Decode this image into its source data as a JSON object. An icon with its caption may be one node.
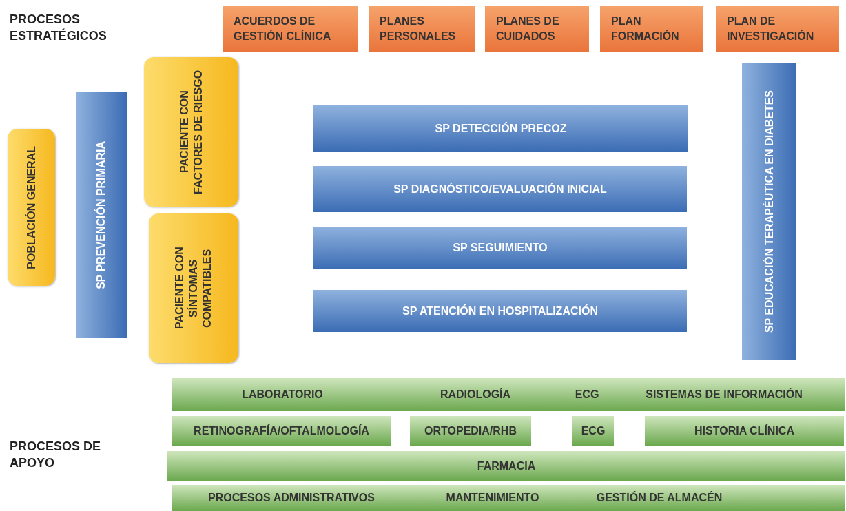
{
  "diagram": {
    "nodes": [
      {
        "text": [
          "ACUERDOS DE GESTIÓN CLÍNICA"
        ]
      },
      {
        "text": [
          "PLANES PERSONALES"
        ]
      },
      {
        "text": [
          "PLANES DE CUIDADOS"
        ]
      },
      {
        "text": [
          "PLAN FORMACIÓN"
        ]
      },
      {
        "text": [
          "PLAN DE INVESTIGACIÓN"
        ]
      },
      {
        "text": [
          "POBLACIÓN GENERAL"
        ]
      },
      {
        "text": [
          "SP PREVENCIÓN PRIMARIA"
        ]
      },
      {
        "text": [
          "PACIENTE CON FACTORES DE RIESGO"
        ]
      },
      {
        "text": [
          "PACIENTE CON SÍNTOMAS COMPATIBLES"
        ]
      },
      {
        "text": [
          "SP DETECCIÓN PRECOZ"
        ]
      },
      {
        "text": [
          "SP DIAGNÓSTICO/EVALUACIÓN INICIAL"
        ]
      },
      {
        "text": [
          "SP SEGUIMIENTO"
        ]
      },
      {
        "text": [
          "SP ATENCIÓN EN HOSPITALIZACIÓN"
        ]
      },
      {
        "text": [
          "SP EDUCACIÓN TERAPÉUTICA EN DIABETES"
        ]
      },
      {
        "text": [
          "LABORATORIO",
          "RADIOLOGÍA",
          "ECG",
          "SISTEMAS DE INFORMACIÓN"
        ]
      },
      {
        "text": [
          "RETINOGRAFÍA/OFTALMOLOGÍA"
        ]
      },
      {
        "text": [
          "ORTOPEDIA/RHB"
        ]
      },
      {
        "text": [
          "ECG"
        ]
      },
      {
        "text": [
          "HISTORIA CLÍNICA"
        ]
      },
      {
        "text": [
          "FARMACIA"
        ]
      },
      {
        "text": [
          "PROCESOS ADMINISTRATIVOS",
          "MANTENIMIENTO",
          "GESTIÓN DE ALMACÉN"
        ]
      }
    ],
    "labels": [
      "PROCESOS ESTRATÉGICOS",
      "PROCESOS DE APOYO"
    ]
  }
}
